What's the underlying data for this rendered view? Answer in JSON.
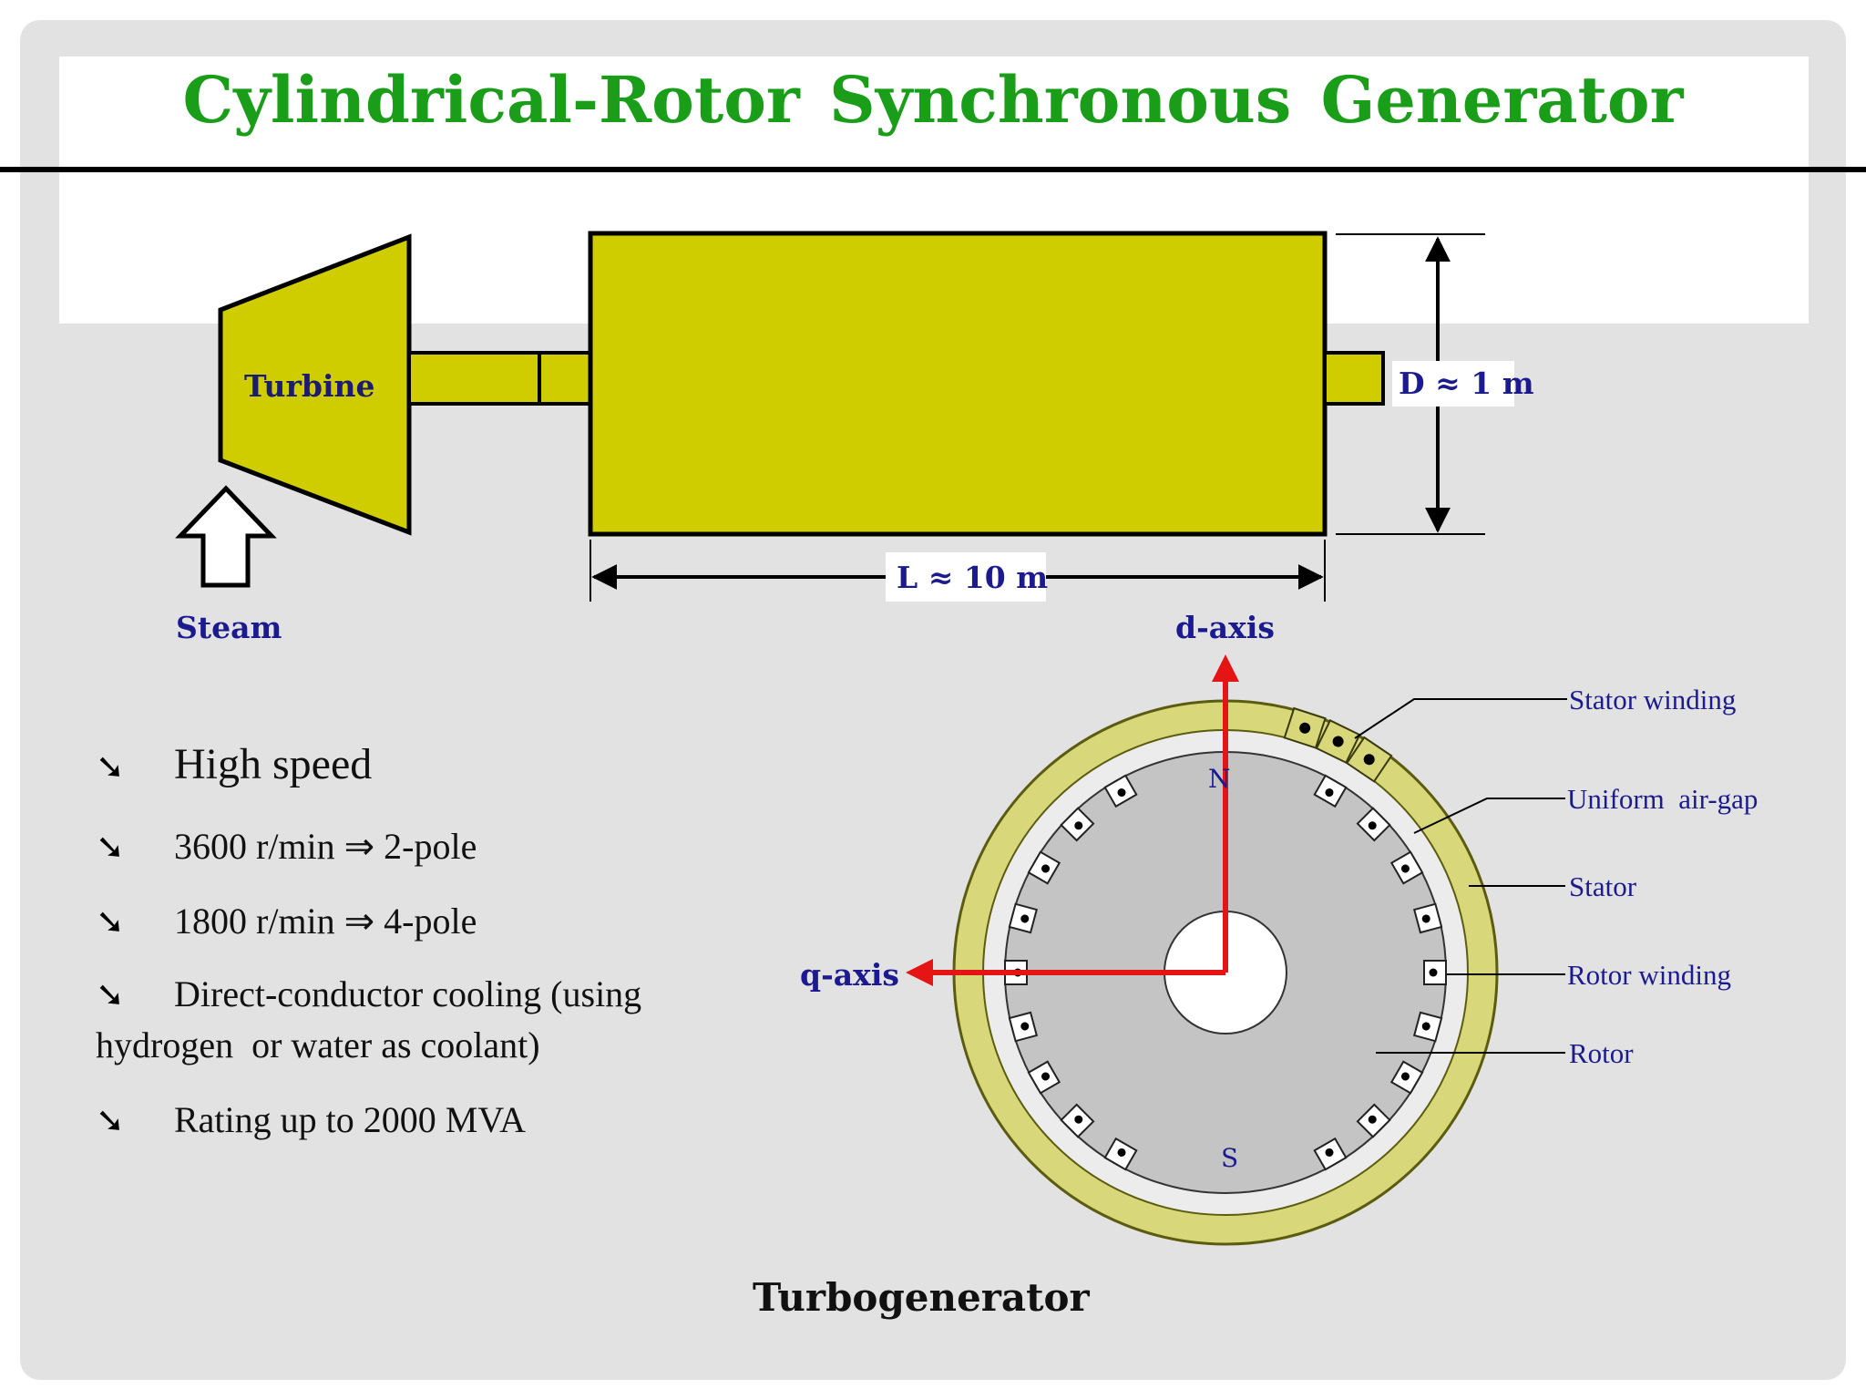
{
  "title": "Cylindrical-Rotor Synchronous Generator",
  "side_view": {
    "turbine_label": "Turbine",
    "steam_label": "Steam",
    "length_label": "L ≈ 10 m",
    "diameter_label": "D ≈ 1 m"
  },
  "cross_section": {
    "d_axis_label": "d-axis",
    "q_axis_label": "q-axis",
    "north_label": "N",
    "south_label": "S",
    "callouts": {
      "stator_winding": "Stator winding",
      "air_gap": "Uniform  air-gap",
      "stator": "Stator",
      "rotor_winding": "Rotor winding",
      "rotor": "Rotor"
    },
    "caption": "Turbogenerator"
  },
  "bullets": [
    {
      "marker": "➘",
      "text": "High speed"
    },
    {
      "marker": "➘",
      "text": "3600 r/min ⇒ 2-pole"
    },
    {
      "marker": "➘",
      "text": "1800 r/min ⇒ 4-pole"
    },
    {
      "marker": "➘",
      "text": "Direct-conductor cooling (using"
    },
    {
      "marker": "",
      "text": "hydrogen  or water as coolant)"
    },
    {
      "marker": "➘",
      "text": "Rating up to 2000 MVA"
    }
  ],
  "colors": {
    "title": "#1a9e1a",
    "machine_fill": "#cfcc00",
    "stator_ring": "#d8d87a",
    "rotor_fill": "#c4c4c4",
    "axis_arrow": "#e51515",
    "label_blue": "#1b1b8f"
  }
}
